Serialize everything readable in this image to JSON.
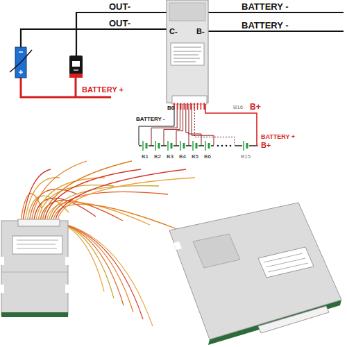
{
  "diagram": {
    "labels": [
      "OUT-",
      "OUT-",
      "BATTERY -",
      "BATTERY -",
      "C-",
      "B-",
      "BATTERY +",
      "B0",
      "B16",
      "B+",
      "BATTERY -",
      "BATTERY +",
      "B+",
      "B1",
      "B2",
      "B3",
      "B4",
      "B5",
      "B6",
      "B15"
    ]
  }
}
